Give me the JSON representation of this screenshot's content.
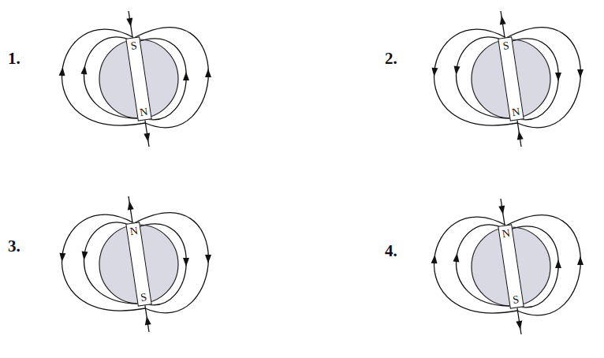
{
  "diagram": {
    "nodes": [
      {
        "text": [
          "S",
          "N"
        ]
      },
      {
        "text": [
          "S",
          "N"
        ]
      },
      {
        "text": [
          "N",
          "S"
        ]
      },
      {
        "text": [
          "N",
          "S"
        ]
      }
    ],
    "labels": [
      "1.",
      "2.",
      "3.",
      "4."
    ]
  }
}
